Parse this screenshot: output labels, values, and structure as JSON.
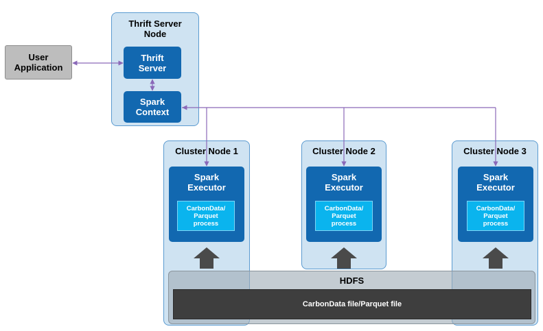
{
  "user_app": {
    "label_line1": "User",
    "label_line2": "Application"
  },
  "thrift_node": {
    "title_line1": "Thrift Server",
    "title_line2": "Node",
    "server_line1": "Thrift",
    "server_line2": "Server",
    "context_line1": "Spark",
    "context_line2": "Context"
  },
  "clusters": [
    {
      "title": "Cluster Node 1",
      "exec_line1": "Spark",
      "exec_line2": "Executor",
      "proc_line1": "CarbonData/",
      "proc_line2": "Parquet",
      "proc_line3": "process"
    },
    {
      "title": "Cluster Node 2",
      "exec_line1": "Spark",
      "exec_line2": "Executor",
      "proc_line1": "CarbonData/",
      "proc_line2": "Parquet",
      "proc_line3": "process"
    },
    {
      "title": "Cluster Node 3",
      "exec_line1": "Spark",
      "exec_line2": "Executor",
      "proc_line1": "CarbonData/",
      "proc_line2": "Parquet",
      "proc_line3": "process"
    }
  ],
  "hdfs": {
    "label": "HDFS",
    "file_label": "CarbonData file/Parquet file"
  },
  "colors": {
    "node_fill": "#cfe3f2",
    "dark_blue": "#1268b0",
    "light_blue": "#0ab4ee",
    "connector": "#8a68b8",
    "arrow": "#4a4a4a"
  }
}
